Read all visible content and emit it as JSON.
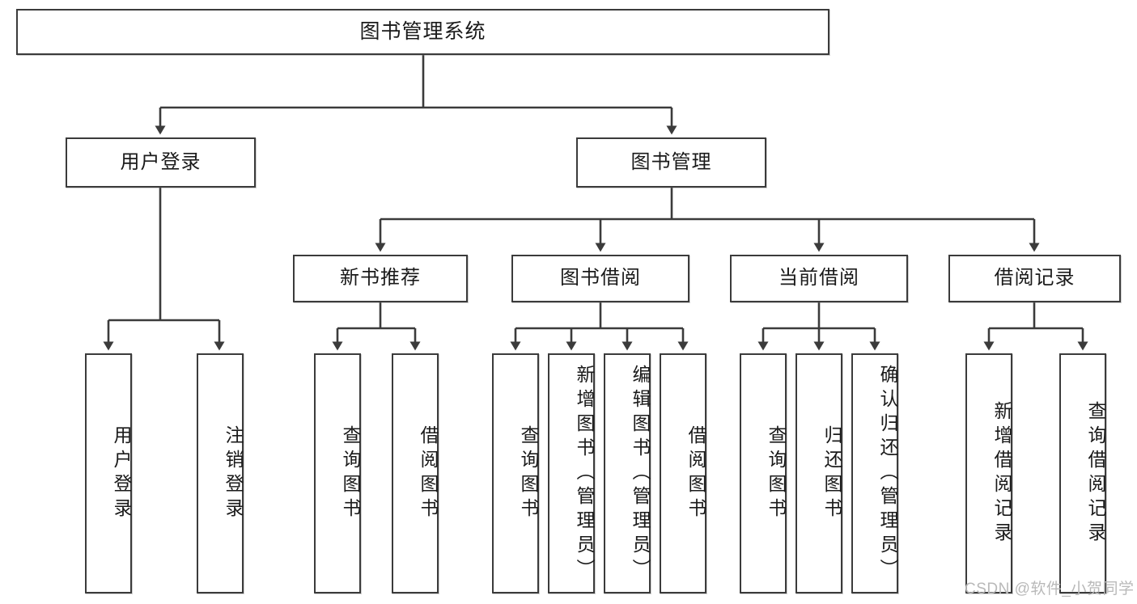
{
  "diagram": {
    "title": "图书管理系统",
    "type": "tree-hierarchy-chart",
    "root": {
      "id": "root",
      "label": "图书管理系统",
      "orientation": "horizontal"
    },
    "level2": [
      {
        "id": "user-login",
        "label": "用户登录",
        "orientation": "horizontal"
      },
      {
        "id": "book-management",
        "label": "图书管理",
        "orientation": "horizontal"
      }
    ],
    "level3": [
      {
        "id": "new-book-recommend",
        "label": "新书推荐",
        "orientation": "horizontal",
        "parent": "book-management"
      },
      {
        "id": "book-borrow",
        "label": "图书借阅",
        "orientation": "horizontal",
        "parent": "book-management"
      },
      {
        "id": "current-borrow",
        "label": "当前借阅",
        "orientation": "horizontal",
        "parent": "book-management"
      },
      {
        "id": "borrow-record",
        "label": "借阅记录",
        "orientation": "horizontal",
        "parent": "book-management"
      }
    ],
    "leaves": [
      {
        "id": "leaf-user-login",
        "label": "用户登录",
        "orientation": "vertical",
        "parent": "user-login"
      },
      {
        "id": "leaf-user-logout",
        "label": "注销登录",
        "orientation": "vertical",
        "parent": "user-login"
      },
      {
        "id": "leaf-query-book-1",
        "label": "查询图书",
        "orientation": "vertical",
        "parent": "new-book-recommend"
      },
      {
        "id": "leaf-borrow-book-1",
        "label": "借阅图书",
        "orientation": "vertical",
        "parent": "new-book-recommend"
      },
      {
        "id": "leaf-query-book-2",
        "label": "查询图书",
        "orientation": "vertical",
        "parent": "book-borrow"
      },
      {
        "id": "leaf-add-book",
        "label": "新增图书（管理员）",
        "orientation": "vertical",
        "parent": "book-borrow"
      },
      {
        "id": "leaf-edit-book",
        "label": "编辑图书（管理员）",
        "orientation": "vertical",
        "parent": "book-borrow"
      },
      {
        "id": "leaf-borrow-book-2",
        "label": "借阅图书",
        "orientation": "vertical",
        "parent": "book-borrow"
      },
      {
        "id": "leaf-query-book-3",
        "label": "查询图书",
        "orientation": "vertical",
        "parent": "current-borrow"
      },
      {
        "id": "leaf-return-book",
        "label": "归还图书",
        "orientation": "vertical",
        "parent": "current-borrow"
      },
      {
        "id": "leaf-confirm-return",
        "label": "确认归还（管理员）",
        "orientation": "vertical",
        "parent": "current-borrow"
      },
      {
        "id": "leaf-add-record",
        "label": "新增借阅记录",
        "orientation": "vertical",
        "parent": "borrow-record"
      },
      {
        "id": "leaf-query-record",
        "label": "查询借阅记录",
        "orientation": "vertical",
        "parent": "borrow-record"
      }
    ],
    "colors": {
      "stroke": "#3b3b3b",
      "box_fill": "#ffffff",
      "text": "#1a1a1a",
      "background": "#ffffff",
      "watermark": "#b9b9b9"
    }
  },
  "watermark": {
    "text": "CSDN @软件_小贺同学"
  }
}
